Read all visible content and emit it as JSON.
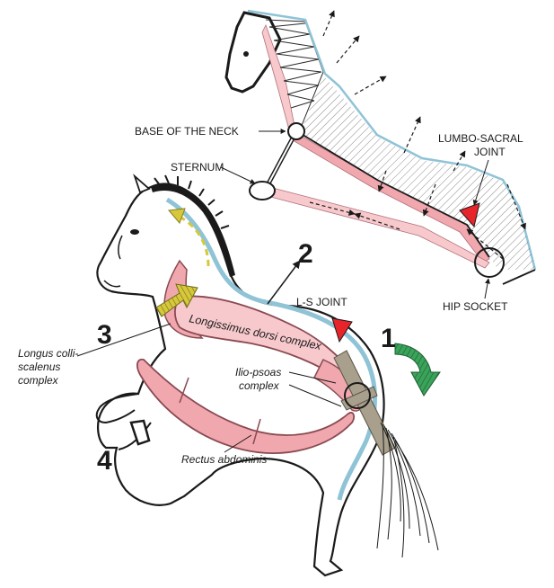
{
  "labels": {
    "base_of_neck": "BASE OF THE NECK",
    "sternum": "STERNUM",
    "lumbo_sacral_line1": "LUMBO-SACRAL",
    "lumbo_sacral_line2": "JOINT",
    "hip_socket": "HIP SOCKET",
    "ls_joint": "L-S JOINT",
    "longissimus": "Longissimus dorsi complex",
    "longus_line1": "Longus colli-",
    "longus_line2": "scalenus",
    "longus_line3": "complex",
    "iliopsoas_line1": "Ilio-psoas",
    "iliopsoas_line2": "complex",
    "rectus": "Rectus abdominis"
  },
  "numbers": {
    "n1": "1",
    "n2": "2",
    "n3": "3",
    "n4": "4"
  },
  "colors": {
    "muscle_fill": "#f0a8ae",
    "muscle_light": "#f7c9cd",
    "spine_blue": "#8fc3d6",
    "red_marker": "#e8242b",
    "green_arrow": "#3aa35a",
    "yellow_arrow": "#d7c83a",
    "bar_gray": "#a8a08c",
    "ink": "#1a1a1a"
  }
}
